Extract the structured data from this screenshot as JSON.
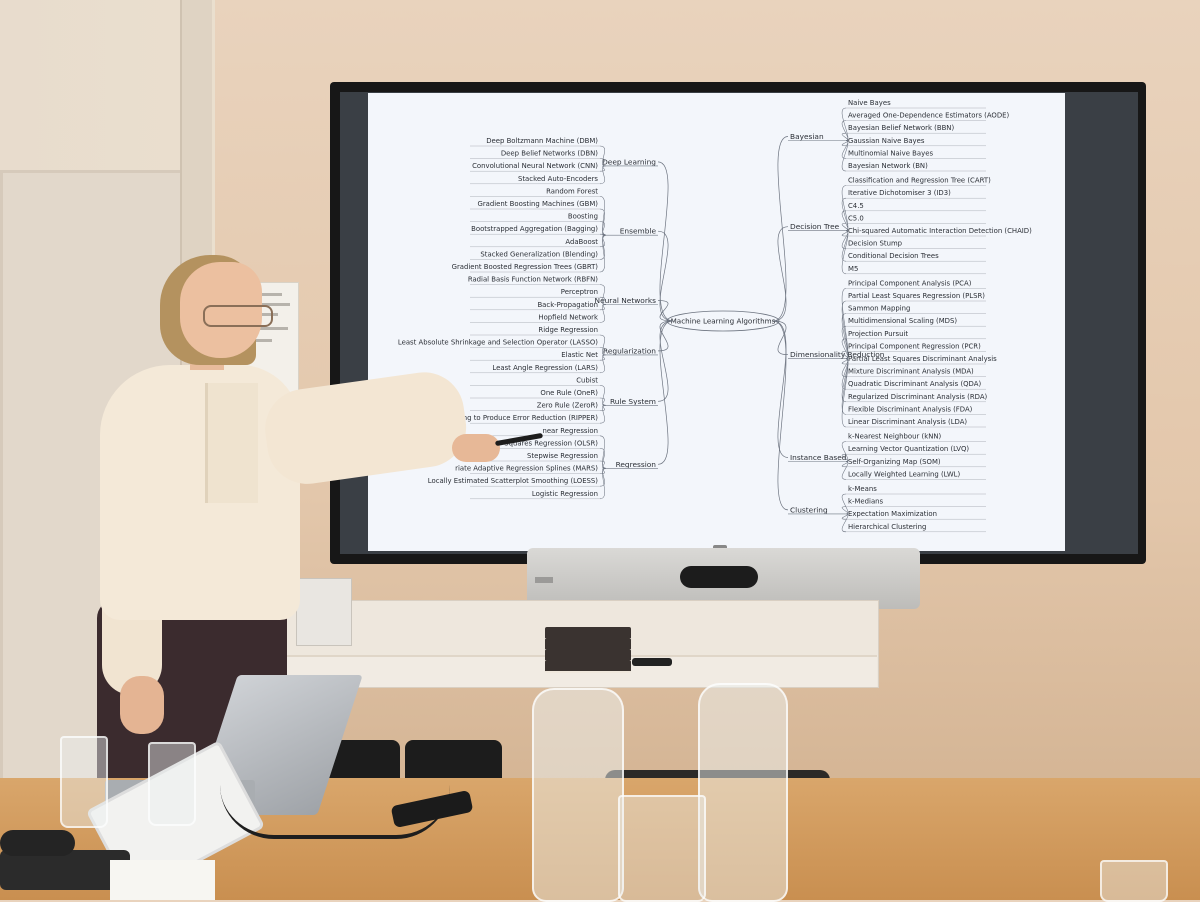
{
  "slide": {
    "root": "Machine Learning Algorithms",
    "left_groups": [
      {
        "label": "Deep Learning",
        "items": [
          "Deep Boltzmann Machine (DBM)",
          "Deep Belief Networks (DBN)",
          "Convolutional Neural Network (CNN)",
          "Stacked Auto-Encoders"
        ]
      },
      {
        "label": "Ensemble",
        "items": [
          "Random Forest",
          "Gradient Boosting Machines (GBM)",
          "Boosting",
          "Bootstrapped Aggregation (Bagging)",
          "AdaBoost",
          "Stacked Generalization (Blending)",
          "Gradient Boosted Regression Trees (GBRT)"
        ]
      },
      {
        "label": "Neural Networks",
        "items": [
          "Radial Basis Function Network (RBFN)",
          "Perceptron",
          "Back-Propagation",
          "Hopfield Network"
        ]
      },
      {
        "label": "Regularization",
        "items": [
          "Ridge Regression",
          "Least Absolute Shrinkage and Selection Operator (LASSO)",
          "Elastic Net",
          "Least Angle Regression (LARS)"
        ]
      },
      {
        "label": "Rule System",
        "items": [
          "Cubist",
          "One Rule (OneR)",
          "Zero Rule (ZeroR)",
          "Repeated Incremental Pruning to Produce Error Reduction (RIPPER)"
        ]
      },
      {
        "label": "Regression",
        "items": [
          "near Regression",
          "Squares Regression (OLSR)",
          "Stepwise Regression",
          "riate Adaptive Regression Splines (MARS)",
          "Locally Estimated Scatterplot Smoothing (LOESS)",
          "Logistic Regression"
        ]
      }
    ],
    "right_groups": [
      {
        "label": "Bayesian",
        "items": [
          "Naive Bayes",
          "Averaged One-Dependence Estimators (AODE)",
          "Bayesian Belief Network (BBN)",
          "Gaussian Naive Bayes",
          "Multinomial Naive Bayes",
          "Bayesian Network (BN)"
        ]
      },
      {
        "label": "Decision Tree",
        "items": [
          "Classification and Regression Tree (CART)",
          "Iterative Dichotomiser 3 (ID3)",
          "C4.5",
          "C5.0",
          "Chi-squared Automatic Interaction Detection (CHAID)",
          "Decision Stump",
          "Conditional Decision Trees",
          "M5"
        ]
      },
      {
        "label": "Dimensionality Reduction",
        "items": [
          "Principal Component Analysis (PCA)",
          "Partial Least Squares Regression (PLSR)",
          "Sammon Mapping",
          "Multidimensional Scaling (MDS)",
          "Projection Pursuit",
          "Principal Component Regression (PCR)",
          "Partial Least Squares Discriminant Analysis",
          "Mixture Discriminant Analysis (MDA)",
          "Quadratic Discriminant Analysis (QDA)",
          "Regularized Discriminant Analysis (RDA)",
          "Flexible Discriminant Analysis (FDA)",
          "Linear Discriminant Analysis (LDA)"
        ]
      },
      {
        "label": "Instance Based",
        "items": [
          "k-Nearest Neighbour (kNN)",
          "Learning Vector Quantization (LVQ)",
          "Self-Organizing Map (SOM)",
          "Locally Weighted Learning (LWL)"
        ]
      },
      {
        "label": "Clustering",
        "items": [
          "k-Means",
          "k-Medians",
          "Expectation Maximization",
          "Hierarchical Clustering"
        ]
      }
    ]
  }
}
